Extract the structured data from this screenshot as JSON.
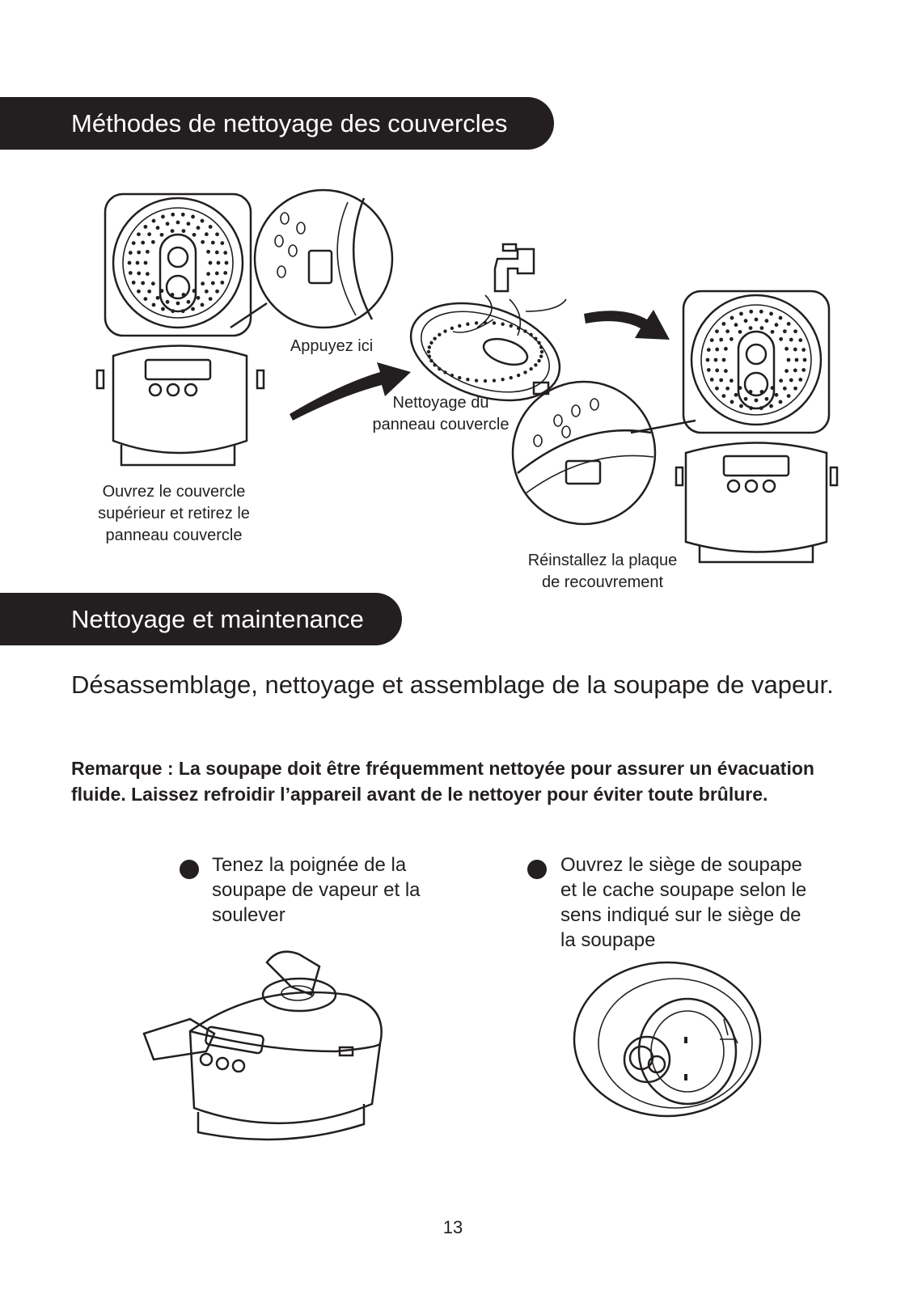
{
  "section1": {
    "title": "Méthodes de nettoyage des couvercles",
    "labels": {
      "press_here": "Appuyez ici",
      "clean_panel": [
        "Nettoyage du",
        "panneau couvercle"
      ],
      "open_lid": [
        "Ouvrez le couvercle",
        "supérieur et retirez le",
        "panneau couvercle"
      ],
      "reinstall": [
        "Réinstallez la plaque",
        "de recouvrement"
      ]
    }
  },
  "section2": {
    "title": "Nettoyage et maintenance",
    "heading": "Désassemblage, nettoyage et assemblage de la soupape de vapeur.",
    "note": "Remarque : La soupape doit être fréquemment nettoyée pour assurer un évacuation fluide. Laissez refroidir l’appareil avant de le nettoyer pour éviter toute brûlure.",
    "steps": [
      {
        "lines": [
          "Tenez la poignée de la",
          "soupape de vapeur et la",
          "soulever"
        ]
      },
      {
        "lines": [
          "Ouvrez le siège de soupape",
          "et le cache soupape selon le",
          "sens indiqué sur le siège de",
          "la soupape"
        ]
      }
    ]
  },
  "page_number": "13"
}
